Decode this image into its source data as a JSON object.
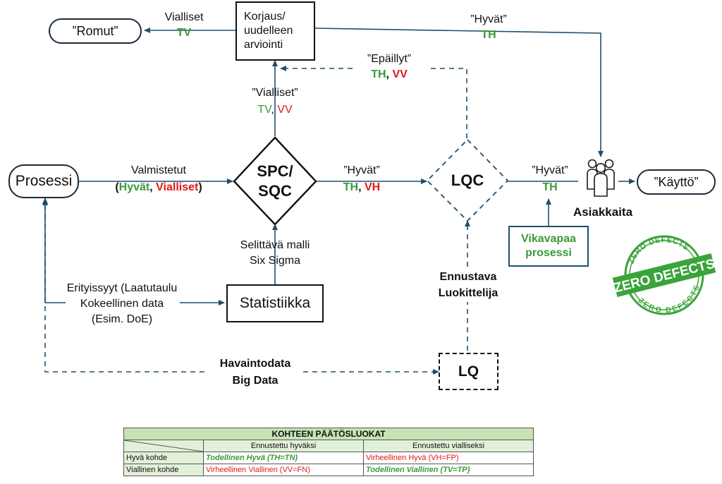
{
  "nodes": {
    "prosessi": "Prosessi",
    "romut": "”Romut”",
    "korjaus": [
      "Korjaus/",
      "uudelleen",
      "arviointi"
    ],
    "spc": [
      "SPC/",
      "SQC"
    ],
    "lqc": "LQC",
    "statistiikka": "Statistiikka",
    "lq": "LQ",
    "kaytto": "”Käyttö”",
    "asiakkaita": "Asiakkaita",
    "vikavapaa": [
      "Vikavapaa",
      "prosessi"
    ]
  },
  "labels": {
    "vialliset_top": "Vialliset",
    "tv_top": "TV",
    "hyvat_top": "”Hyvät”",
    "th_top": "TH",
    "epaillyt": "”Epäillyt”",
    "epaillyt_th": "TH",
    "epaillyt_sep": ", ",
    "epaillyt_vv": "VV",
    "vialliset_mid": "”Vialliset”",
    "vialliset_mid_tv": "TV",
    "vialliset_mid_sep": ", ",
    "vialliset_mid_vv": "VV",
    "valmistetut": "Valmistetut",
    "valm_open": "(",
    "valm_hyvat": "Hyvät",
    "valm_sep": ", ",
    "valm_vialliset": "Vialliset",
    "valm_close": ")",
    "hyvat_spc": "”Hyvät”",
    "hyvat_spc_th": "TH",
    "hyvat_spc_sep": ", ",
    "hyvat_spc_vh": "VH",
    "hyvat_lqc": "”Hyvät”",
    "hyvat_lqc_th": "TH",
    "selittava": [
      "Selittävä malli",
      "Six Sigma"
    ],
    "erityissyyt": [
      "Erityissyyt (Laatutaulu",
      "Kokeellinen data",
      "(Esim. DoE)"
    ],
    "ennustava": [
      "Ennustava",
      "Luokittelija"
    ],
    "havaintodata": [
      "Havaintodata",
      "Big Data"
    ]
  },
  "stamp": {
    "top": "ZERO DEFECTS",
    "middle": "ZERO DEFECTS",
    "bottom": "ZERO DEFECTS"
  },
  "table": {
    "title": "KOHTEEN PÄÄTÖSLUOKAT",
    "col1": "Ennustettu hyväksi",
    "col2": "Ennustettu vialliseksi",
    "rows": [
      {
        "label": "Hyvä kohde",
        "c1": "Todellinen Hyvä (TH=TN)",
        "c2": "Virheellinen Hyvä (VH=FP)"
      },
      {
        "label": "Viallinen kohde",
        "c1": "Virheellinen Viallinen (VV=FN)",
        "c2": "Todellinen Viallinen (TV=TP)"
      }
    ]
  },
  "colors": {
    "line": "#1f4e6e",
    "green": "#3a9a3a",
    "red": "#e01818",
    "stamp": "#3aa43a"
  }
}
